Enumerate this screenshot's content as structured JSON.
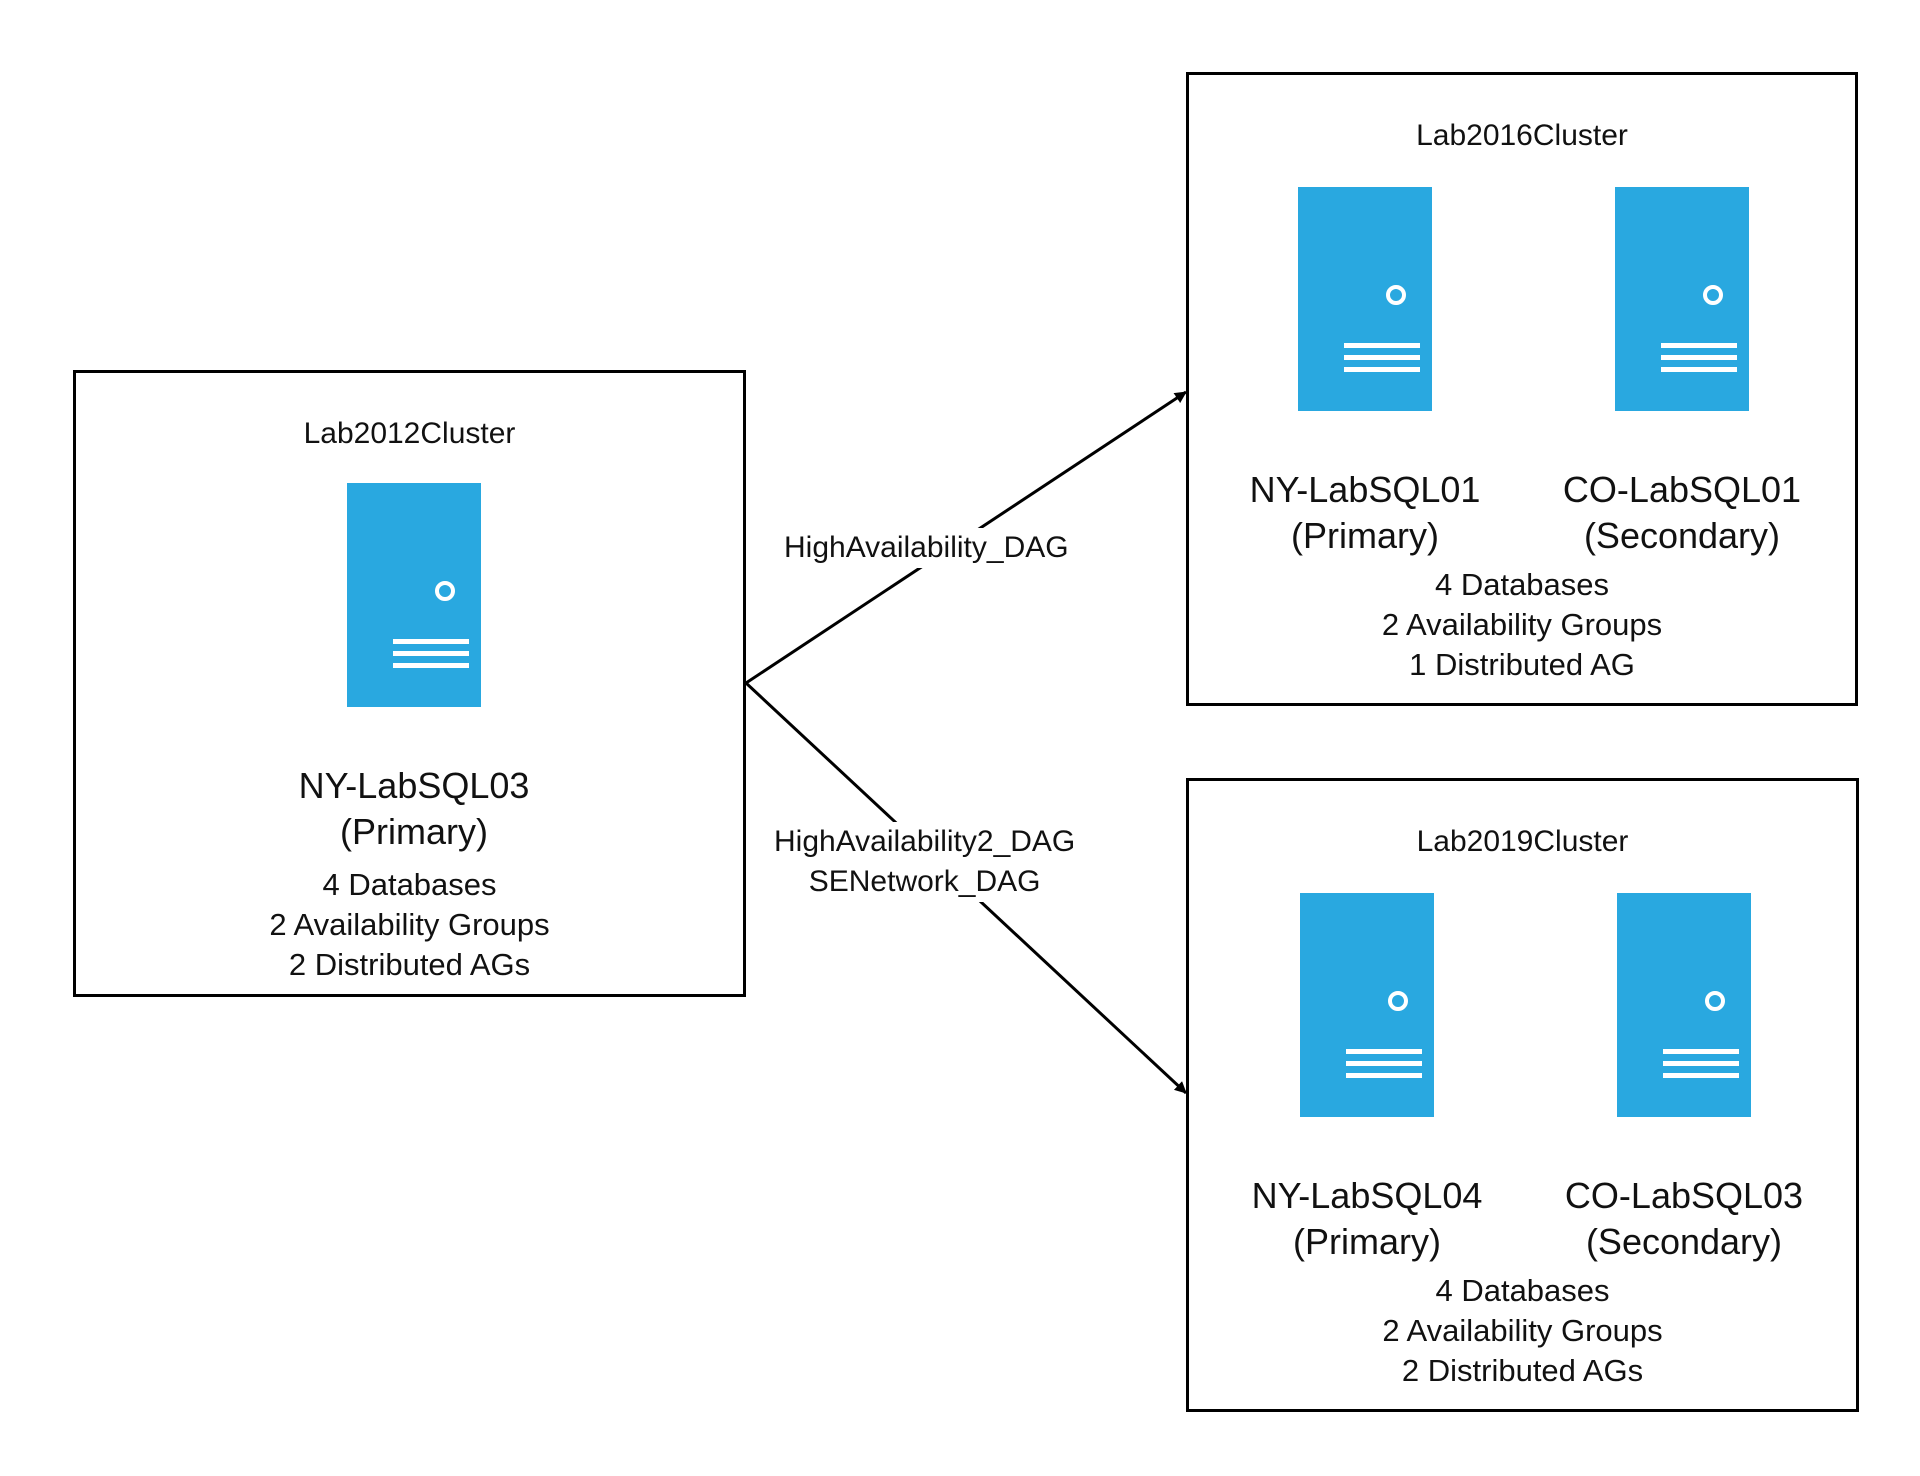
{
  "colors": {
    "server_fill": "#29a8e0",
    "server_detail": "#ffffff",
    "border": "#000000"
  },
  "clusters": [
    {
      "title": "Lab2012Cluster",
      "servers": [
        {
          "icon": "server-icon",
          "name": "NY-LabSQL03",
          "role": "(Primary)"
        }
      ],
      "stats": [
        "4 Databases",
        "2 Availability Groups",
        "2 Distributed AGs"
      ]
    },
    {
      "title": "Lab2016Cluster",
      "servers": [
        {
          "icon": "server-icon",
          "name": "NY-LabSQL01",
          "role": "(Primary)"
        },
        {
          "icon": "server-icon",
          "name": "CO-LabSQL01",
          "role": "(Secondary)"
        }
      ],
      "stats": [
        "4 Databases",
        "2 Availability Groups",
        "1 Distributed AG"
      ]
    },
    {
      "title": "Lab2019Cluster",
      "servers": [
        {
          "icon": "server-icon",
          "name": "NY-LabSQL04",
          "role": "(Primary)"
        },
        {
          "icon": "server-icon",
          "name": "CO-LabSQL03",
          "role": "(Secondary)"
        }
      ],
      "stats": [
        "4 Databases",
        "2 Availability Groups",
        "2 Distributed AGs"
      ]
    }
  ],
  "edges": [
    {
      "from": "Lab2012Cluster",
      "to": "Lab2016Cluster",
      "labels": [
        "HighAvailability_DAG"
      ]
    },
    {
      "from": "Lab2012Cluster",
      "to": "Lab2019Cluster",
      "labels": [
        "HighAvailability2_DAG",
        "SENetwork_DAG"
      ]
    }
  ]
}
